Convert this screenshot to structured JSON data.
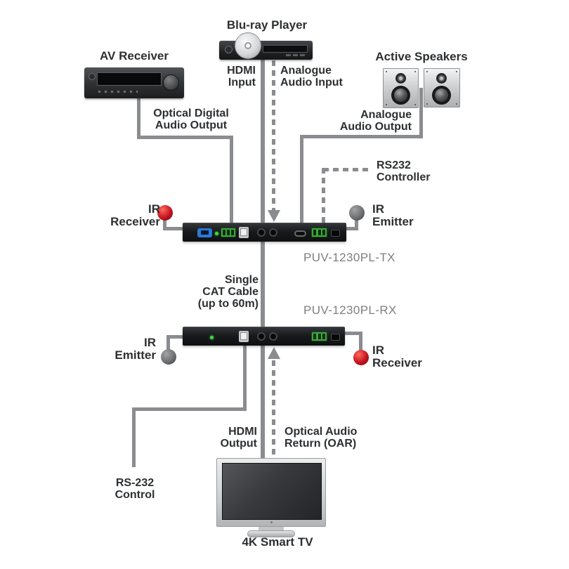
{
  "colors": {
    "line_gray": "#8a8c8f",
    "ir_receiver_red": "#c41420",
    "ir_emitter_gray": "#6e7072",
    "terminal_green": "#3fa53f",
    "hdmi_port_blue": "#2b7ad4",
    "led_green": "#46d446",
    "label_dark": "#2d2f31",
    "model_gray": "#7d7f82"
  },
  "icons": {
    "bluray_player": "bluray-player-icon",
    "av_receiver": "av-receiver-icon",
    "active_speakers": "speakers-icon",
    "tx_unit": "extender-tx-icon",
    "rx_unit": "extender-rx-icon",
    "tv": "tv-icon",
    "ir_receiver": "ir-receiver-ball-icon",
    "ir_emitter": "ir-emitter-ball-icon"
  },
  "devices": {
    "bluray": "Blu-ray Player",
    "av_receiver": "AV Receiver",
    "active_speakers": "Active Speakers",
    "tx_model": "PUV-1230PL-TX",
    "rx_model": "PUV-1230PL-RX",
    "tv": "4K Smart TV"
  },
  "labels": {
    "hdmi_input": [
      "HDMI",
      "Input"
    ],
    "analogue_audio_input": [
      "Analogue",
      "Audio Input"
    ],
    "optical_digital_audio_output": [
      "Optical Digital",
      "Audio Output"
    ],
    "analogue_audio_output": [
      "Analogue",
      "Audio Output"
    ],
    "rs232_controller": [
      "RS232",
      "Controller"
    ],
    "tx_ir_receiver": [
      "IR",
      "Receiver"
    ],
    "tx_ir_emitter": [
      "IR",
      "Emitter"
    ],
    "single_cat_cable": [
      "Single",
      "CAT Cable",
      "(up to 60m)"
    ],
    "rx_ir_emitter": [
      "IR",
      "Emitter"
    ],
    "rx_ir_receiver": [
      "IR",
      "Receiver"
    ],
    "hdmi_output": [
      "HDMI",
      "Output"
    ],
    "optical_audio_return": [
      "Optical Audio",
      "Return (OAR)"
    ],
    "rs232_control": [
      "RS-232",
      "Control"
    ]
  }
}
